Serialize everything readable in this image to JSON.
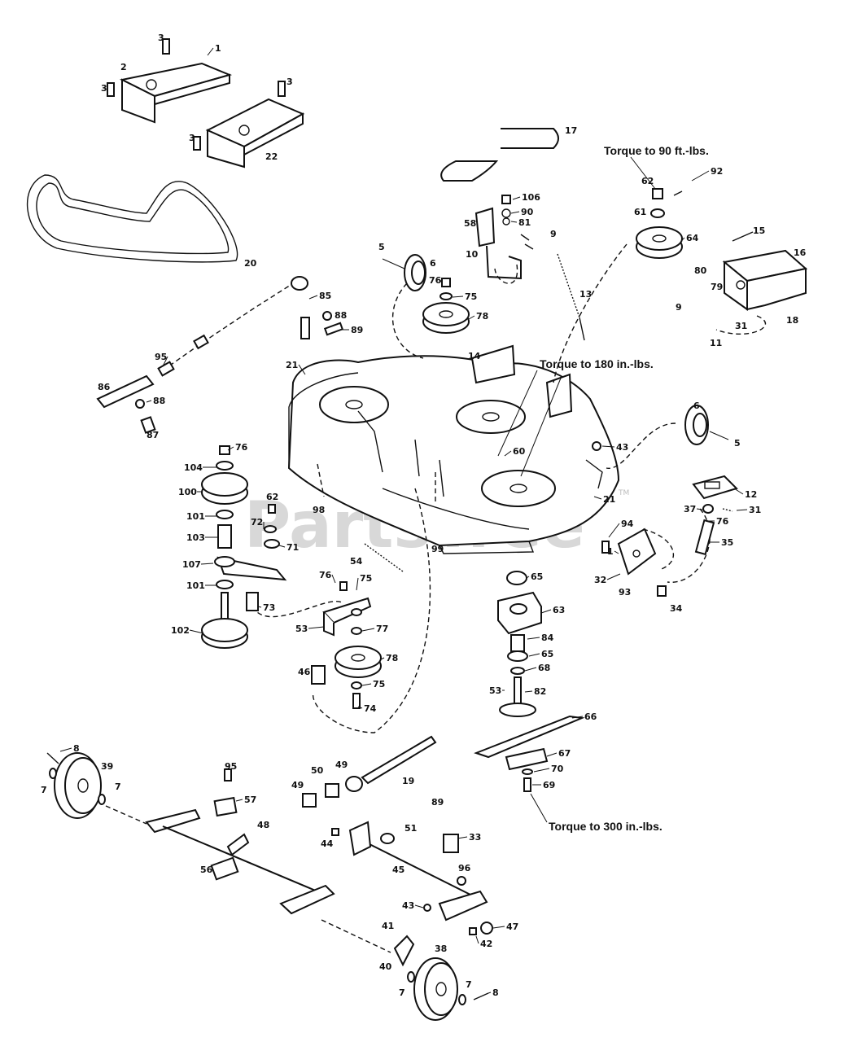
{
  "notes": {
    "torque_90_ft": "Torque to 90 ft.-lbs.",
    "torque_180_in": "Torque to 180 in.-lbs.",
    "torque_300_in": "Torque to 300 in.-lbs."
  },
  "watermark": {
    "text": "PartsTree",
    "tm": "TM"
  },
  "callouts": [
    {
      "id": "c1",
      "text": "1"
    },
    {
      "id": "c2",
      "text": "2"
    },
    {
      "id": "c3a",
      "text": "3"
    },
    {
      "id": "c3b",
      "text": "3"
    },
    {
      "id": "c3c",
      "text": "3"
    },
    {
      "id": "c3d",
      "text": "3"
    },
    {
      "id": "c22",
      "text": "22"
    },
    {
      "id": "c17",
      "text": "17"
    },
    {
      "id": "c20",
      "text": "20"
    },
    {
      "id": "c106",
      "text": "106"
    },
    {
      "id": "c90",
      "text": "90"
    },
    {
      "id": "c81",
      "text": "81"
    },
    {
      "id": "c9a",
      "text": "9"
    },
    {
      "id": "c58",
      "text": "58"
    },
    {
      "id": "c10",
      "text": "10"
    },
    {
      "id": "c13",
      "text": "13"
    },
    {
      "id": "c62a",
      "text": "62"
    },
    {
      "id": "c92",
      "text": "92"
    },
    {
      "id": "c61",
      "text": "61"
    },
    {
      "id": "c64",
      "text": "64"
    },
    {
      "id": "c15",
      "text": "15"
    },
    {
      "id": "c16",
      "text": "16"
    },
    {
      "id": "c80",
      "text": "80"
    },
    {
      "id": "c79",
      "text": "79"
    },
    {
      "id": "c18",
      "text": "18"
    },
    {
      "id": "c9b",
      "text": "9"
    },
    {
      "id": "c31a",
      "text": "31"
    },
    {
      "id": "c11",
      "text": "11"
    },
    {
      "id": "c5a",
      "text": "5"
    },
    {
      "id": "c6a",
      "text": "6"
    },
    {
      "id": "c76a",
      "text": "76"
    },
    {
      "id": "c75a",
      "text": "75"
    },
    {
      "id": "c78a",
      "text": "78"
    },
    {
      "id": "c85",
      "text": "85"
    },
    {
      "id": "c88a",
      "text": "88"
    },
    {
      "id": "c89",
      "text": "89"
    },
    {
      "id": "c95a",
      "text": "95"
    },
    {
      "id": "c21a",
      "text": "21"
    },
    {
      "id": "c14",
      "text": "14"
    },
    {
      "id": "c86",
      "text": "86"
    },
    {
      "id": "c88b",
      "text": "88"
    },
    {
      "id": "c87",
      "text": "87"
    },
    {
      "id": "c6b",
      "text": "6"
    },
    {
      "id": "c5b",
      "text": "5"
    },
    {
      "id": "c43a",
      "text": "43"
    },
    {
      "id": "c60",
      "text": "60"
    },
    {
      "id": "c21b",
      "text": "21"
    },
    {
      "id": "c76b",
      "text": "76"
    },
    {
      "id": "c104",
      "text": "104"
    },
    {
      "id": "c100",
      "text": "100"
    },
    {
      "id": "c62b",
      "text": "62"
    },
    {
      "id": "c101a",
      "text": "101"
    },
    {
      "id": "c72",
      "text": "72"
    },
    {
      "id": "c71",
      "text": "71"
    },
    {
      "id": "c103",
      "text": "103"
    },
    {
      "id": "c98",
      "text": "98"
    },
    {
      "id": "c99",
      "text": "99"
    },
    {
      "id": "c12",
      "text": "12"
    },
    {
      "id": "c37",
      "text": "37"
    },
    {
      "id": "c76c",
      "text": "76"
    },
    {
      "id": "c31b",
      "text": "31"
    },
    {
      "id": "c94",
      "text": "94"
    },
    {
      "id": "c1b",
      "text": "1"
    },
    {
      "id": "c35",
      "text": "35"
    },
    {
      "id": "c32",
      "text": "32"
    },
    {
      "id": "c93",
      "text": "93"
    },
    {
      "id": "c34",
      "text": "34"
    },
    {
      "id": "c54",
      "text": "54"
    },
    {
      "id": "c107",
      "text": "107"
    },
    {
      "id": "c101b",
      "text": "101"
    },
    {
      "id": "c76d",
      "text": "76"
    },
    {
      "id": "c75b",
      "text": "75"
    },
    {
      "id": "c73",
      "text": "73"
    },
    {
      "id": "c53a",
      "text": "53"
    },
    {
      "id": "c77",
      "text": "77"
    },
    {
      "id": "c102",
      "text": "102"
    },
    {
      "id": "c78b",
      "text": "78"
    },
    {
      "id": "c46",
      "text": "46"
    },
    {
      "id": "c75c",
      "text": "75"
    },
    {
      "id": "c74",
      "text": "74"
    },
    {
      "id": "c65a",
      "text": "65"
    },
    {
      "id": "c63",
      "text": "63"
    },
    {
      "id": "c84",
      "text": "84"
    },
    {
      "id": "c65b",
      "text": "65"
    },
    {
      "id": "c68",
      "text": "68"
    },
    {
      "id": "c53b",
      "text": "53"
    },
    {
      "id": "c82",
      "text": "82"
    },
    {
      "id": "c66",
      "text": "66"
    },
    {
      "id": "c67",
      "text": "67"
    },
    {
      "id": "c70",
      "text": "70"
    },
    {
      "id": "c69",
      "text": "69"
    },
    {
      "id": "c8a",
      "text": "8"
    },
    {
      "id": "c39",
      "text": "39"
    },
    {
      "id": "c7a",
      "text": "7"
    },
    {
      "id": "c7b",
      "text": "7"
    },
    {
      "id": "c95b",
      "text": "95"
    },
    {
      "id": "c57",
      "text": "57"
    },
    {
      "id": "c48",
      "text": "48"
    },
    {
      "id": "c56",
      "text": "56"
    },
    {
      "id": "c50",
      "text": "50"
    },
    {
      "id": "c49a",
      "text": "49"
    },
    {
      "id": "c49b",
      "text": "49"
    },
    {
      "id": "c19",
      "text": "19"
    },
    {
      "id": "c89b",
      "text": "89"
    },
    {
      "id": "c33",
      "text": "33"
    },
    {
      "id": "c44",
      "text": "44"
    },
    {
      "id": "c51",
      "text": "51"
    },
    {
      "id": "c45",
      "text": "45"
    },
    {
      "id": "c96",
      "text": "96"
    },
    {
      "id": "c43b",
      "text": "43"
    },
    {
      "id": "c47",
      "text": "47"
    },
    {
      "id": "c41",
      "text": "41"
    },
    {
      "id": "c42",
      "text": "42"
    },
    {
      "id": "c38",
      "text": "38"
    },
    {
      "id": "c40",
      "text": "40"
    },
    {
      "id": "c7c",
      "text": "7"
    },
    {
      "id": "c7d",
      "text": "7"
    },
    {
      "id": "c8b",
      "text": "8"
    }
  ]
}
